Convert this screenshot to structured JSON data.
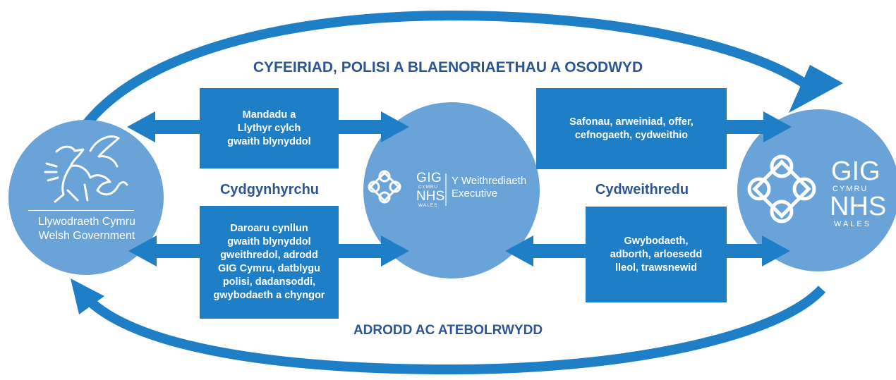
{
  "diagram": {
    "top_label": "CYFEIRIAD, POLISI A BLAENORIAETHAU A OSODWYD",
    "bottom_label": "ADRODD AC ATEBOLRWYDD",
    "left_mid_label": "Cydgynhyrchu",
    "right_mid_label": "Cydweithredu",
    "boxes": {
      "top_left": "Mandadu a\nLlythyr cylch\ngwaith blynyddol",
      "bottom_left": "Daroaru cynllun\ngwaith blynyddol\ngweithredol, adrodd\nGIG Cymru, datblygu\npolisi, dadansoddi,\ngwybodaeth a chyngor",
      "top_right": "Safonau, arweiniad, offer,\ncefnogaeth, cydweithio",
      "bottom_right": "Gwybodaeth,\nadborth, arloesedd\nlleol, trawsnewid"
    },
    "nodes": {
      "welsh_government": {
        "line1": "Llywodraeth Cymru",
        "line2": "Welsh Government"
      },
      "executive": {
        "gig": "GIG",
        "cymru": "CYMRU",
        "nhs": "NHS",
        "wales": "WALES",
        "name": "Y Weithrediaeth\nExecutive"
      },
      "nhs_wales": {
        "gig": "GIG",
        "cymru": "CYMRU",
        "nhs": "NHS",
        "wales": "WALES"
      }
    },
    "colors": {
      "arrow": "#1f7fc6",
      "box": "#1f7fc6",
      "circle": "#6aa3d8",
      "heading": "#2d5594"
    }
  }
}
